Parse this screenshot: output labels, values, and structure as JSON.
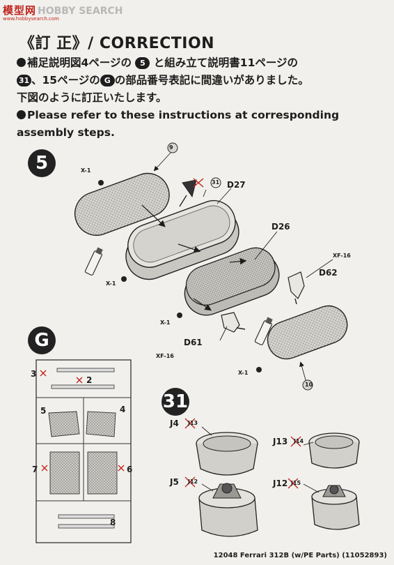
{
  "watermark": {
    "logo_cn": "模型网",
    "logo_en": "HOBBY SEARCH",
    "url": "www.hobbysearch.com"
  },
  "header": {
    "title": "《訂 正》/ CORRECTION"
  },
  "notice": {
    "jp_line1_a": "補足説明図4ページの",
    "jp_line1_step": "5",
    "jp_line1_b": "と組み立て説明書11ページの",
    "jp_line2_step": "31",
    "jp_line2_a": "、15ページの",
    "jp_line2_part": "G",
    "jp_line2_b": "の部品番号表記に間違いがありました。",
    "jp_line3": "下図のように訂正いたします。",
    "en_line1": "Please refer to these instructions at corresponding",
    "en_line2": "assembly steps."
  },
  "step5": {
    "step_label": "5",
    "callout_top": "9",
    "callout_bottom": "10",
    "labels": {
      "x1_a": "X-1",
      "x1_b": "X-1",
      "x1_c": "X-1",
      "x1_d": "X-1",
      "wrong_31": "31",
      "d27": "D27",
      "d26": "D26",
      "d62": "D62",
      "d61": "D61",
      "xf16_a": "XF-16",
      "xf16_b": "XF-16"
    }
  },
  "partG": {
    "part_label": "G",
    "numbers": {
      "n3": "3",
      "n2": "2",
      "n5": "5",
      "n4": "4",
      "n7": "7",
      "n6": "6",
      "n8": "8"
    }
  },
  "step31": {
    "step_label": "31",
    "labels": {
      "j4": "J4",
      "j13_wrong": "J13",
      "j13": "J13",
      "j14_wrong": "J14",
      "j5": "J5",
      "j12_wrong": "J12",
      "j12": "J12",
      "j15_wrong": "J15"
    }
  },
  "footer": {
    "text": "12048  Ferrari 312B (w/PE Parts) (11052893)"
  }
}
